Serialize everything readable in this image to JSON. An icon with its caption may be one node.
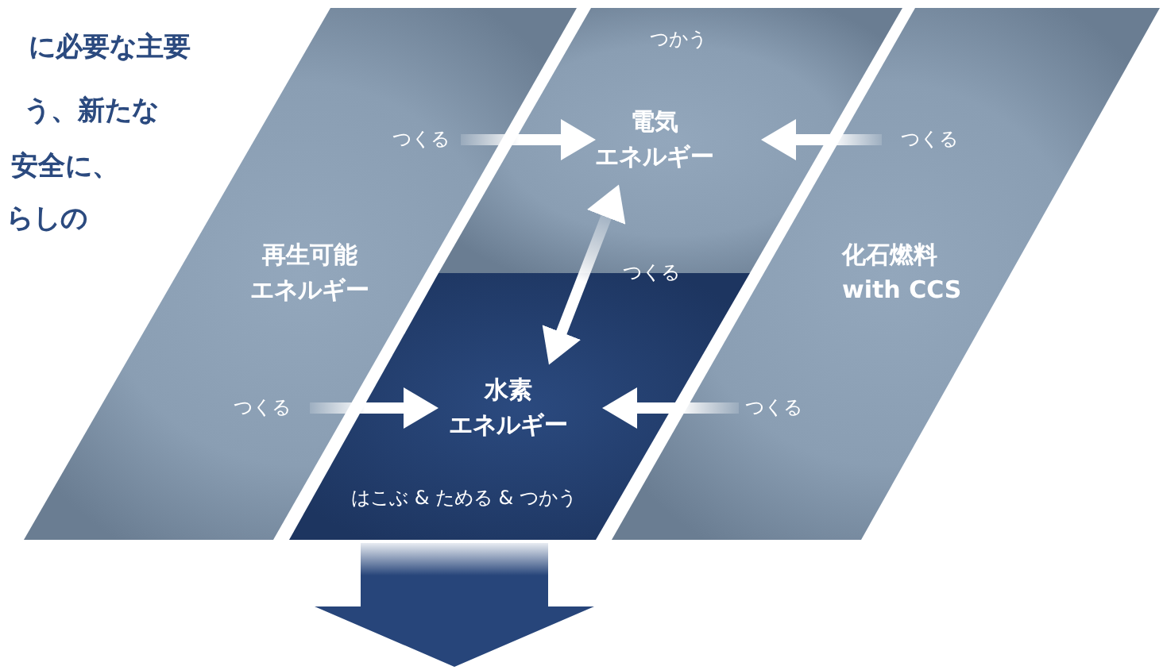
{
  "diagram": {
    "nodes": [
      {
        "text": [
          "再生可能エネルギー"
        ]
      },
      {
        "text": [
          "つかう",
          "電気エネルギー"
        ]
      },
      {
        "text": [
          "水素エネルギー",
          "はこぶ & ためる & つかう"
        ]
      },
      {
        "text": [
          "化石燃料 with CCS"
        ]
      }
    ],
    "edges": [
      {
        "from": 0,
        "to": 1,
        "arrow": "to",
        "label": "つくる"
      },
      {
        "from": 3,
        "to": 1,
        "arrow": "to",
        "label": "つくる"
      },
      {
        "from": 1,
        "to": 2,
        "arrow": "both",
        "label": "つくる"
      },
      {
        "from": 0,
        "to": 2,
        "arrow": "to",
        "label": "つくる"
      },
      {
        "from": 3,
        "to": 2,
        "arrow": "to",
        "label": "つくる"
      },
      {
        "from": 2,
        "to": null,
        "arrow": "to",
        "style": "thick",
        "color": "#27457a"
      }
    ],
    "labels": [
      "に必要な主要",
      "う、新たな",
      "安全に、",
      "らしの"
    ]
  }
}
